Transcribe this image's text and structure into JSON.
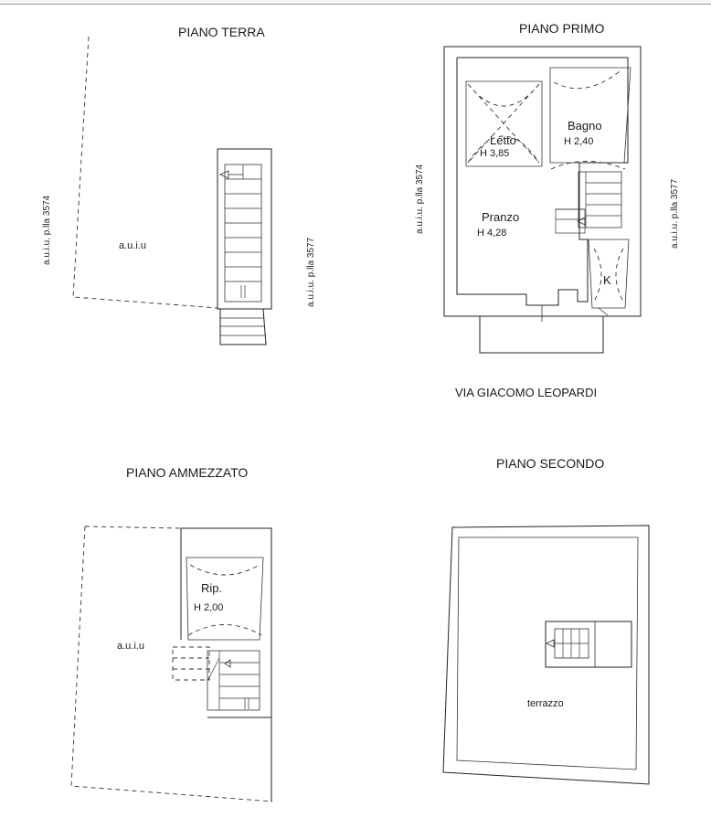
{
  "floors": {
    "ground": {
      "title": "PIANO TERRA",
      "area_label": "a.u.i.u"
    },
    "first": {
      "title": "PIANO PRIMO"
    },
    "mezzanine": {
      "title": "PIANO AMMEZZATO",
      "area_label": "a.u.i.u"
    },
    "second": {
      "title": "PIANO SECONDO"
    }
  },
  "neighbors": {
    "left_3574": "a.u.i.u. p.lla 3574",
    "right_3577": "a.u.i.u. p.lla 3577",
    "first_left_3574": "a.u.i.u. p.lla 3574",
    "first_right_3577": "a.u.i.u. p.lla 3577"
  },
  "rooms": {
    "letto": {
      "name": "Letto",
      "height": "H 3,85"
    },
    "bagno": {
      "name": "Bagno",
      "height": "H 2,40"
    },
    "pranzo": {
      "name": "Pranzo",
      "height": "H 4,28"
    },
    "kitchen": {
      "name": "K"
    },
    "rip": {
      "name": "Rip.",
      "height": "H 2,00"
    },
    "terrazzo": {
      "name": "terrazzo"
    }
  },
  "street": "VIA GIACOMO LEOPARDI"
}
